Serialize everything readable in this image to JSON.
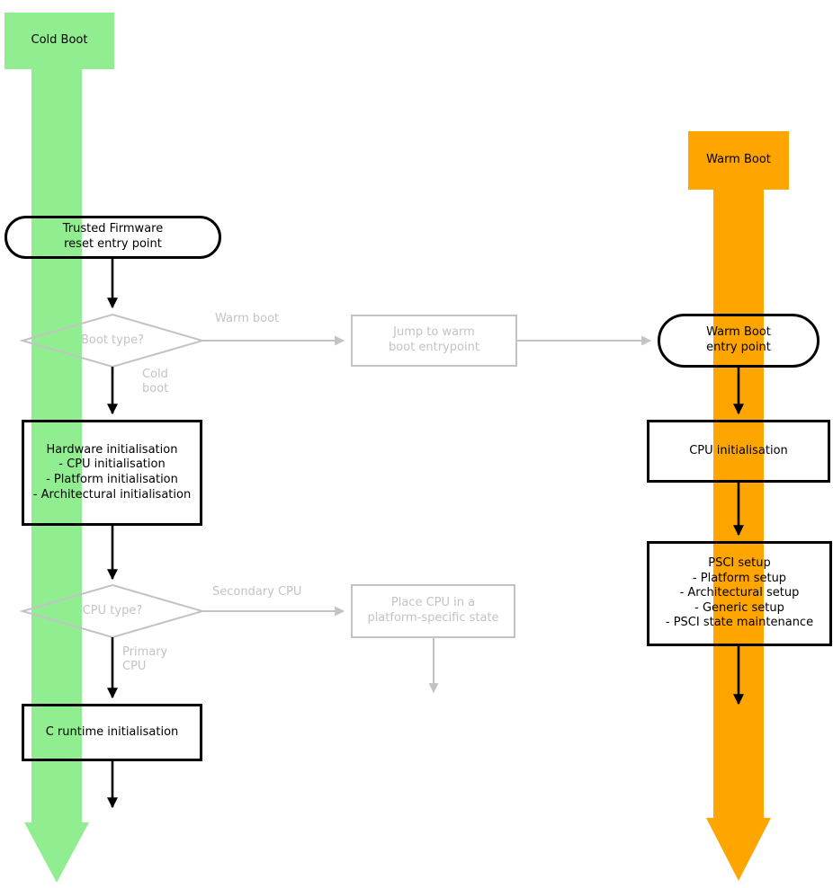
{
  "colors": {
    "cold": "#90ee90",
    "warm": "#ffa500",
    "muted": "#c3c3c3",
    "ink": "#000000"
  },
  "lanes": {
    "cold": {
      "label": "Cold Boot"
    },
    "warm": {
      "label": "Warm Boot"
    }
  },
  "nodes": {
    "reset_entry": {
      "label": "Trusted Firmware\nreset entry point"
    },
    "boot_type": {
      "label": "Boot type?"
    },
    "jump_warm": {
      "label": "Jump to warm\nboot entrypoint"
    },
    "warm_entry": {
      "label": "Warm Boot\nentry point"
    },
    "hardware_init": {
      "label": "Hardware initialisation\n- CPU initialisation\n- Platform initialisation\n- Architectural initialisation"
    },
    "cpu_type": {
      "label": "CPU type?"
    },
    "place_cpu": {
      "label": "Place CPU in a\nplatform-specific state"
    },
    "c_runtime": {
      "label": "C runtime initialisation"
    },
    "cpu_init": {
      "label": "CPU initialisation"
    },
    "psci_setup": {
      "label": "PSCI setup\n- Platform setup\n- Architectural setup\n- Generic setup\n- PSCI state maintenance"
    }
  },
  "edge_labels": {
    "warm_boot": {
      "label": "Warm boot"
    },
    "cold_boot": {
      "label": "Cold\nboot"
    },
    "secondary_cpu": {
      "label": "Secondary CPU"
    },
    "primary_cpu": {
      "label": "Primary\nCPU"
    }
  }
}
